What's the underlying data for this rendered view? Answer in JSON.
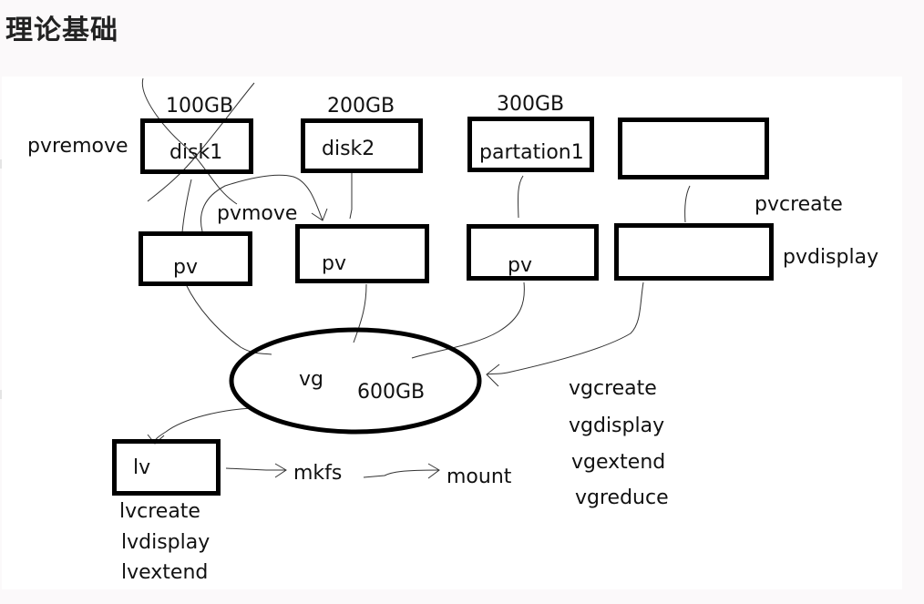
{
  "page": {
    "heading": "理论基础"
  },
  "diagram": {
    "disks": [
      {
        "label": "disk1",
        "size": "100GB",
        "crossed_out": true
      },
      {
        "label": "disk2",
        "size": "200GB"
      },
      {
        "label": "partation1",
        "size": "300GB"
      },
      {
        "label": "",
        "size": ""
      }
    ],
    "pvs": [
      {
        "label": "pv"
      },
      {
        "label": "pv"
      },
      {
        "label": "pv"
      },
      {
        "label": ""
      }
    ],
    "vg": {
      "label": "vg",
      "size": "600GB"
    },
    "lv": {
      "label": "lv"
    },
    "flow": [
      "mkfs",
      "mount"
    ],
    "annotations": {
      "pvremove": "pvremove",
      "pvmove": "pvmove",
      "pv_commands": [
        "pvcreate",
        "pvdisplay"
      ],
      "vg_commands": [
        "vgcreate",
        "vgdisplay",
        "vgextend",
        "vgreduce"
      ],
      "lv_commands": [
        "lvcreate",
        "lvdisplay",
        "lvextend"
      ]
    }
  }
}
